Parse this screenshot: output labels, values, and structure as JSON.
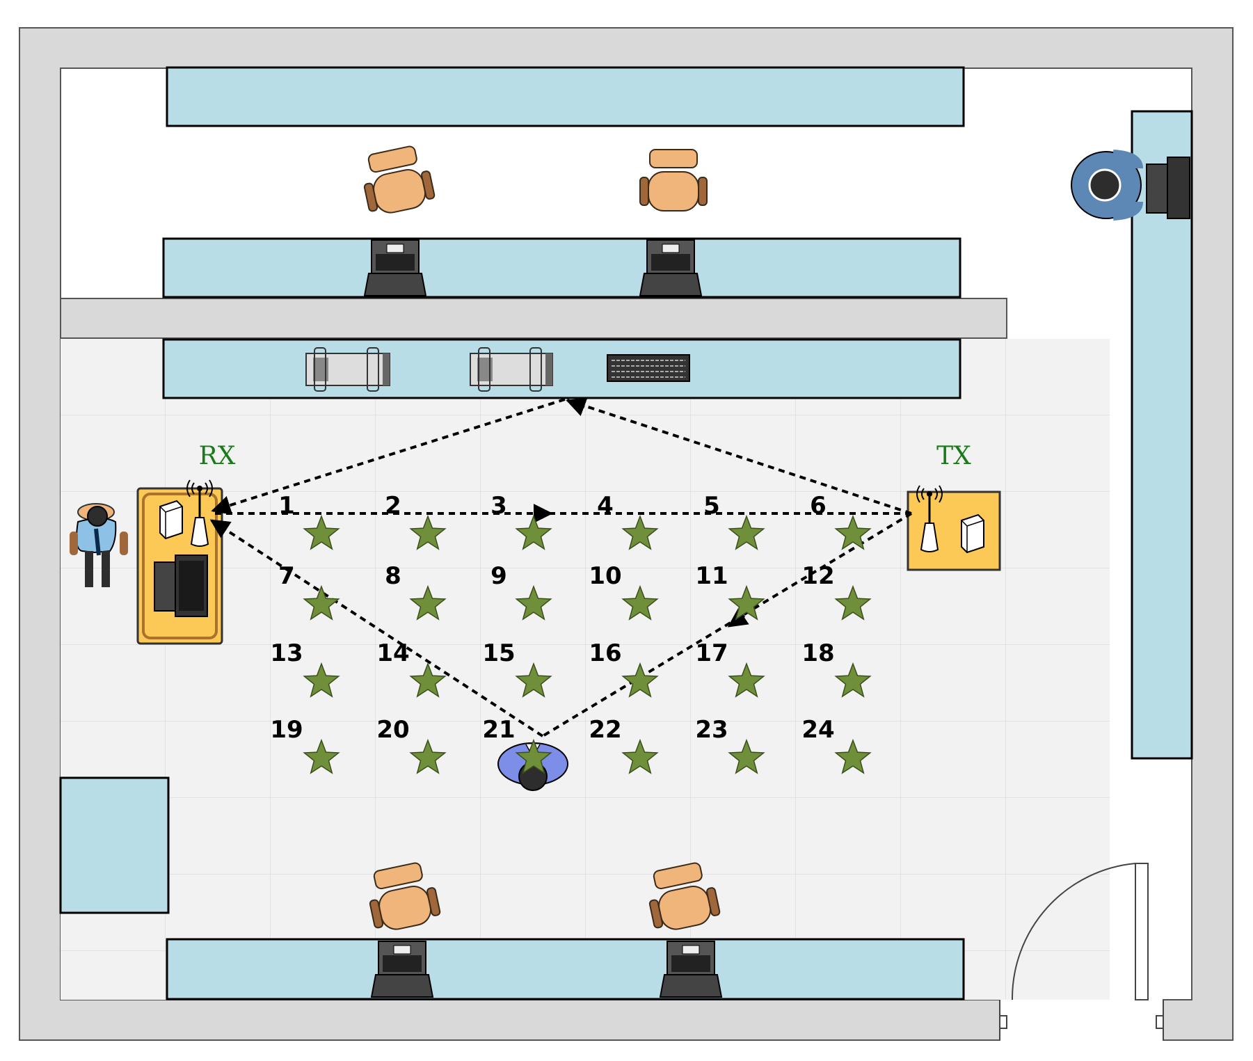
{
  "floorplan": {
    "receiver_label": "RX",
    "transmitter_label": "TX",
    "label_color": "#1a7a1a",
    "wall_color": "#d9d9d9",
    "furniture_color": "#b9dde7",
    "floor_color": "#f2f2f2",
    "desk_color": "#fcc957",
    "star_color": "#6f8f3b",
    "chair_color": "#f0b57a"
  },
  "locations": [
    "1",
    "2",
    "3",
    "4",
    "5",
    "6",
    "7",
    "8",
    "9",
    "10",
    "11",
    "12",
    "13",
    "14",
    "15",
    "16",
    "17",
    "18",
    "19",
    "20",
    "21",
    "22",
    "23",
    "24"
  ],
  "icons": {
    "location_marker": "star-icon",
    "antenna": "router-antenna-icon",
    "signal_path": "dashed-arrow",
    "person": "person-icon",
    "chair": "chair-icon",
    "laptop": "laptop-icon",
    "server": "server-icon",
    "keyboard": "keyboard-icon",
    "door": "door-icon"
  }
}
